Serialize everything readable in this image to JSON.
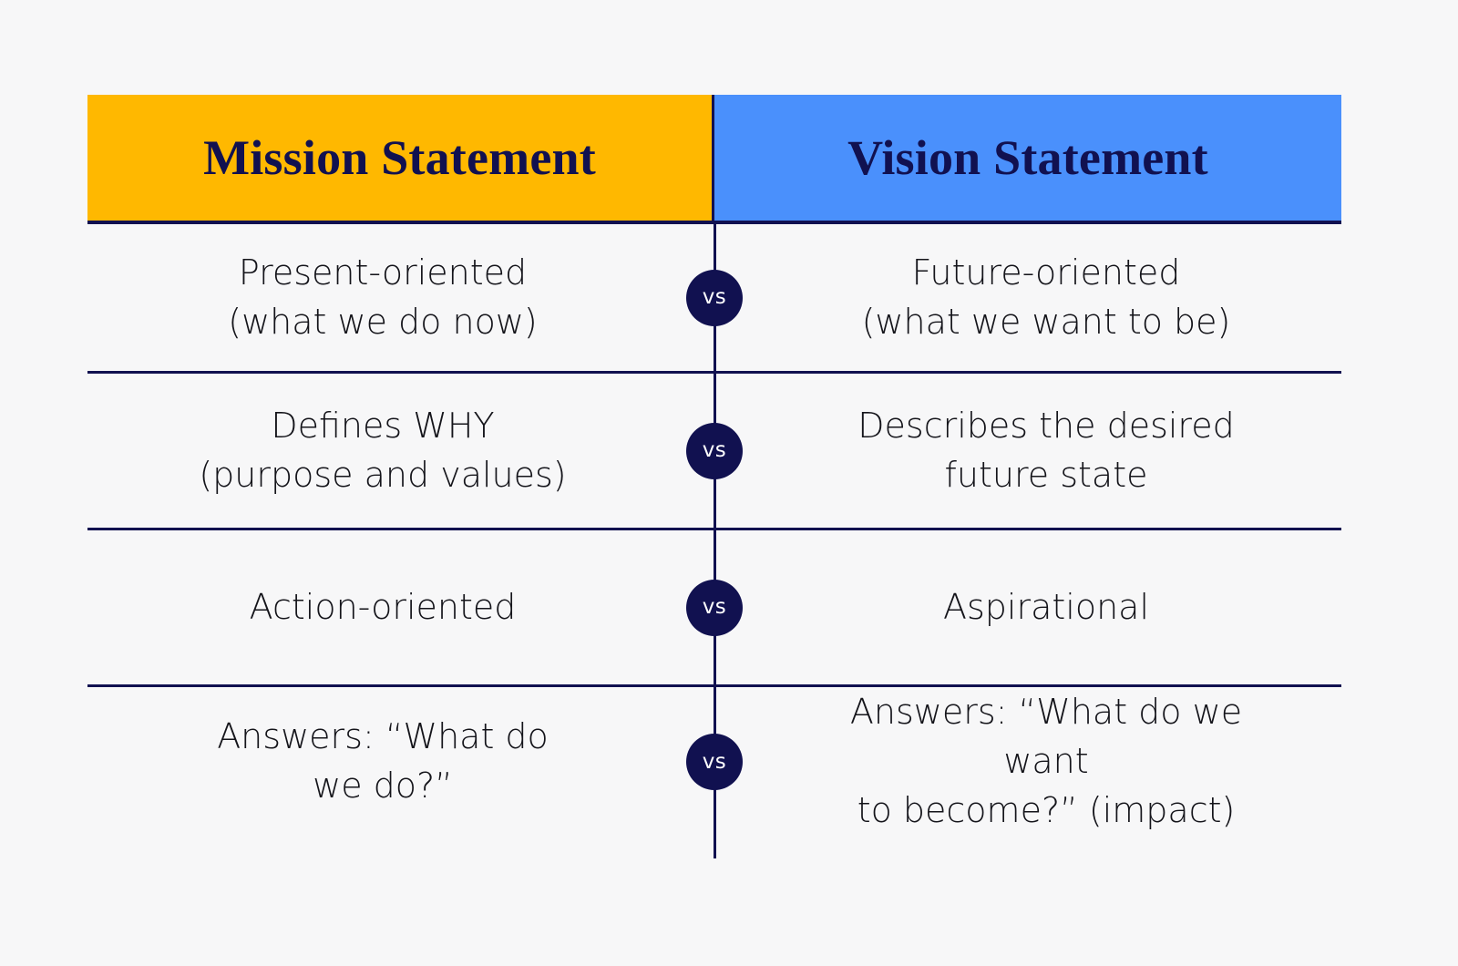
{
  "colors": {
    "background": "#f7f7f8",
    "mission_header_bg": "#ffb800",
    "vision_header_bg": "#4a90fc",
    "navy": "#111150",
    "body_text": "#14141a",
    "badge_text": "#ffffff"
  },
  "header": {
    "mission_label": "Mission Statement",
    "vision_label": "Vision Statement"
  },
  "divider": {
    "vs_label": "vs"
  },
  "rows": [
    {
      "mission": "Present-oriented\n(what we do now)",
      "vs": "vs",
      "vision": "Future-oriented\n(what we want to be)"
    },
    {
      "mission": "Defines WHY\n(purpose and values)",
      "vs": "vs",
      "vision": "Describes the desired\nfuture state"
    },
    {
      "mission": "Action-oriented",
      "vs": "vs",
      "vision": "Aspirational"
    },
    {
      "mission": "Answers: “What do\nwe do?”",
      "vs": "vs",
      "vision": "Answers: “What do we want\nto become?” (impact)"
    }
  ]
}
